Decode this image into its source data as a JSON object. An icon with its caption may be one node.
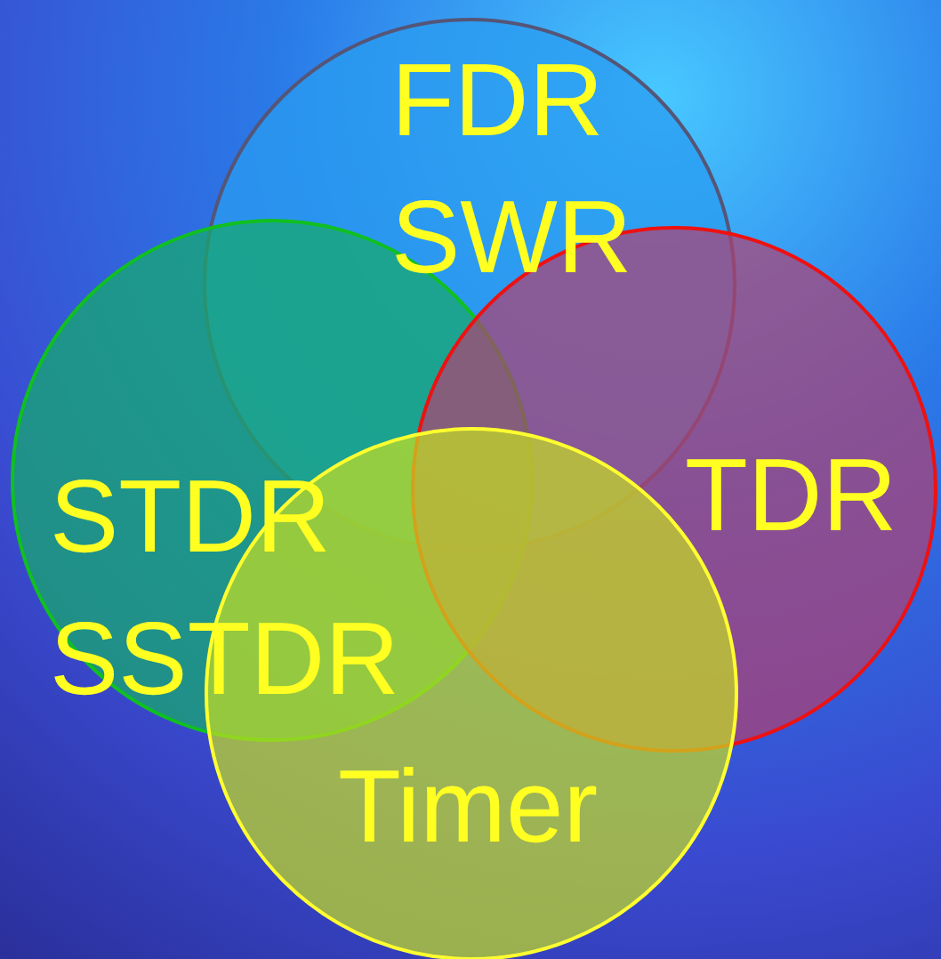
{
  "diagram": {
    "nodes": [
      {
        "text": [
          "FDR",
          "SWR"
        ]
      },
      {
        "text": [
          "STDR",
          "SSTDR"
        ]
      },
      {
        "text": [
          "TDR"
        ]
      },
      {
        "text": [
          "Timer"
        ]
      }
    ]
  }
}
